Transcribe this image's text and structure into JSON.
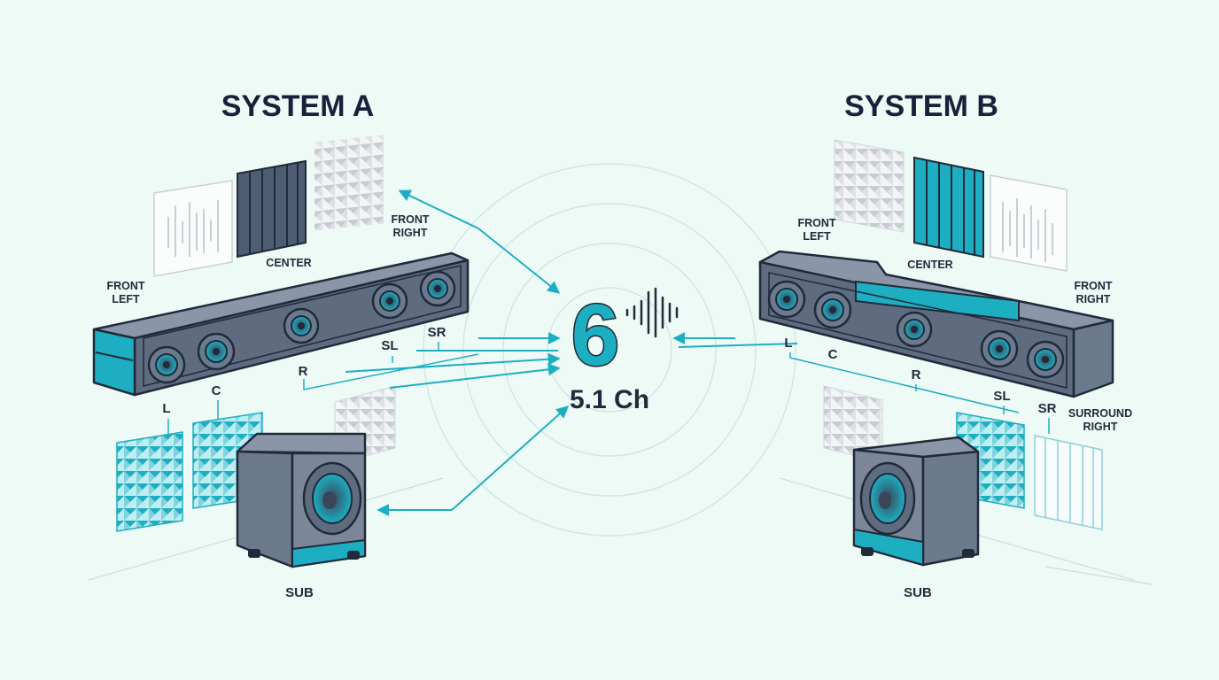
{
  "system_a": {
    "title": "SYSTEM A",
    "labels": {
      "front_right": [
        "FRONT",
        "RIGHT"
      ],
      "front_left": [
        "FRONT",
        "LEFT"
      ],
      "center": "CENTER",
      "l": "L",
      "c": "C",
      "r": "R",
      "sl": "SL",
      "sr": "SR",
      "sub": "SUB"
    }
  },
  "system_b": {
    "title": "SYSTEM B",
    "labels": {
      "front_left": [
        "FRONT",
        "LEFT"
      ],
      "center": "CENTER",
      "front_right": [
        "FRONT",
        "RIGHT"
      ],
      "l": "L",
      "c": "C",
      "r": "R",
      "sl": "SL",
      "sr": "SR",
      "surround_right": [
        "SURROUND",
        "RIGHT"
      ],
      "sub": "SUB"
    }
  },
  "center_badge": {
    "number": "6",
    "channels": "5.1 Ch"
  },
  "colors": {
    "accent": "#1eaec2",
    "speaker_body": "#5f6c80",
    "outline": "#1f2a3a",
    "background": "#eefaf6"
  },
  "icons": [
    "sound-wave-icon",
    "speaker-driver-icon",
    "acoustic-panel-icon"
  ]
}
